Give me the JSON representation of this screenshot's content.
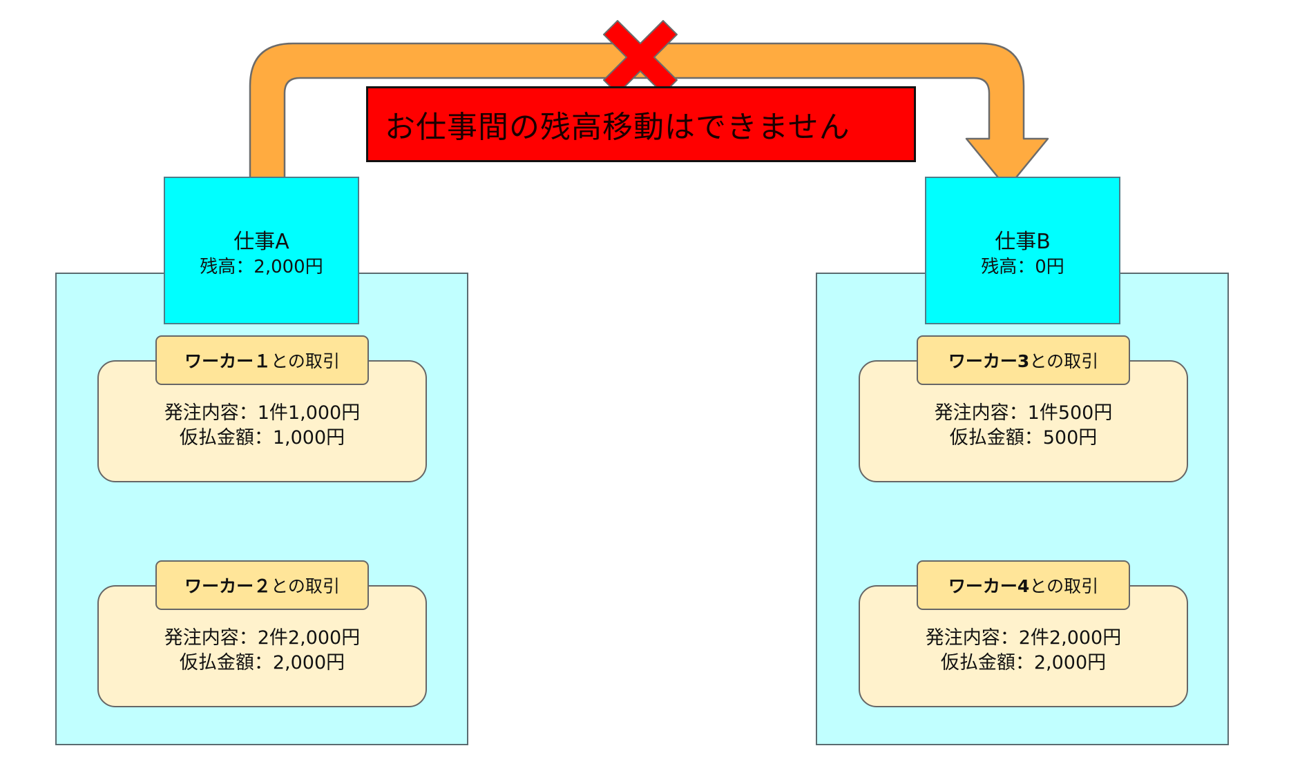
{
  "notice": {
    "text": "お仕事間の残高移動はできません"
  },
  "jobs": [
    {
      "title": "仕事A",
      "balance": "残高：2,000円",
      "workers": [
        {
          "tab_bold": "ワーカー１",
          "tab_rest": "との取引",
          "order": "発注内容：1件1,000円",
          "provisional": "仮払金額：1,000円"
        },
        {
          "tab_bold": "ワーカー２",
          "tab_rest": "との取引",
          "order": "発注内容：2件2,000円",
          "provisional": "仮払金額：2,000円"
        }
      ]
    },
    {
      "title": "仕事B",
      "balance": "残高：0円",
      "workers": [
        {
          "tab_bold": "ワーカー3",
          "tab_rest": "との取引",
          "order": "発注内容：1件500円",
          "provisional": "仮払金額：500円"
        },
        {
          "tab_bold": "ワーカー4",
          "tab_rest": "との取引",
          "order": "発注内容：2件2,000円",
          "provisional": "仮払金額：2,000円"
        }
      ]
    }
  ],
  "colors": {
    "panel_bg": "#c1ffff",
    "header_bg": "#00ffff",
    "card_bg": "#fff2cc",
    "tab_bg": "#ffe599",
    "arrow": "#ffab40",
    "cross": "#ff0000",
    "notice_bg": "#ff0000"
  },
  "icons": {
    "transfer": "arrow-icon",
    "prohibited": "cross-icon"
  }
}
